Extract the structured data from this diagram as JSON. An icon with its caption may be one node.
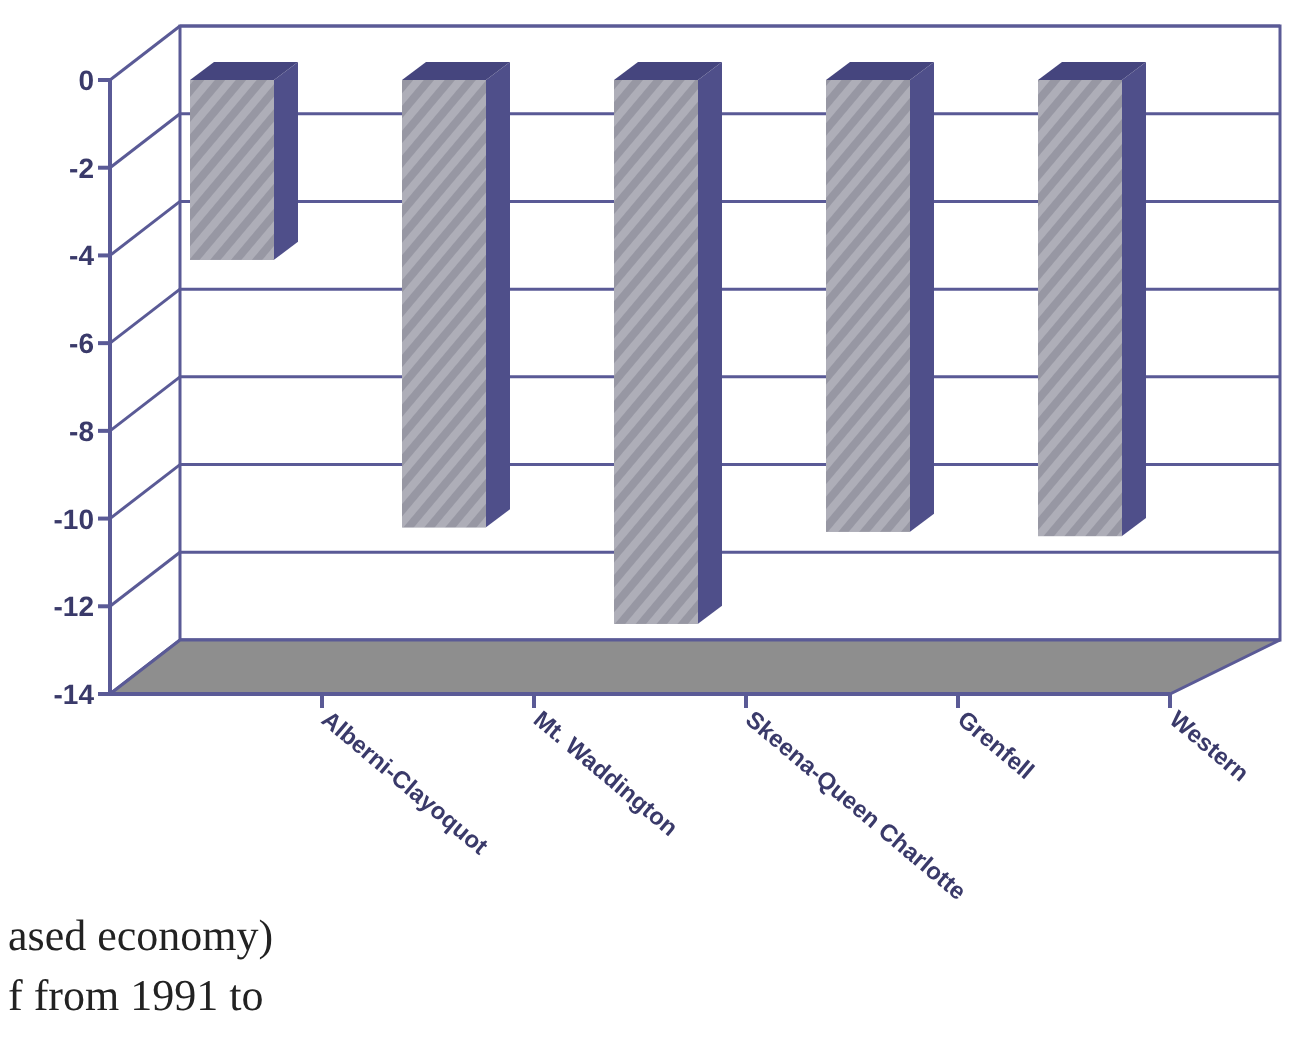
{
  "diagram": {
    "labels": [
      "ased economy)",
      "f from 1991 to"
    ],
    "chart_data": {
      "type": "bar",
      "categories": [
        "Alberni-Clayoquot",
        "Mt. Waddington",
        "Skeena-Queen Charlotte",
        "Grenfell",
        "Western"
      ],
      "series": [
        {
          "color": "#9c9ca8",
          "values": [
            -4.1,
            -10.2,
            -12.4,
            -10.3,
            -10.4
          ]
        }
      ],
      "ylim": [
        -14,
        0
      ],
      "yticks": [
        0,
        -2,
        -4,
        -6,
        -8,
        -10,
        -12,
        -14
      ]
    }
  }
}
